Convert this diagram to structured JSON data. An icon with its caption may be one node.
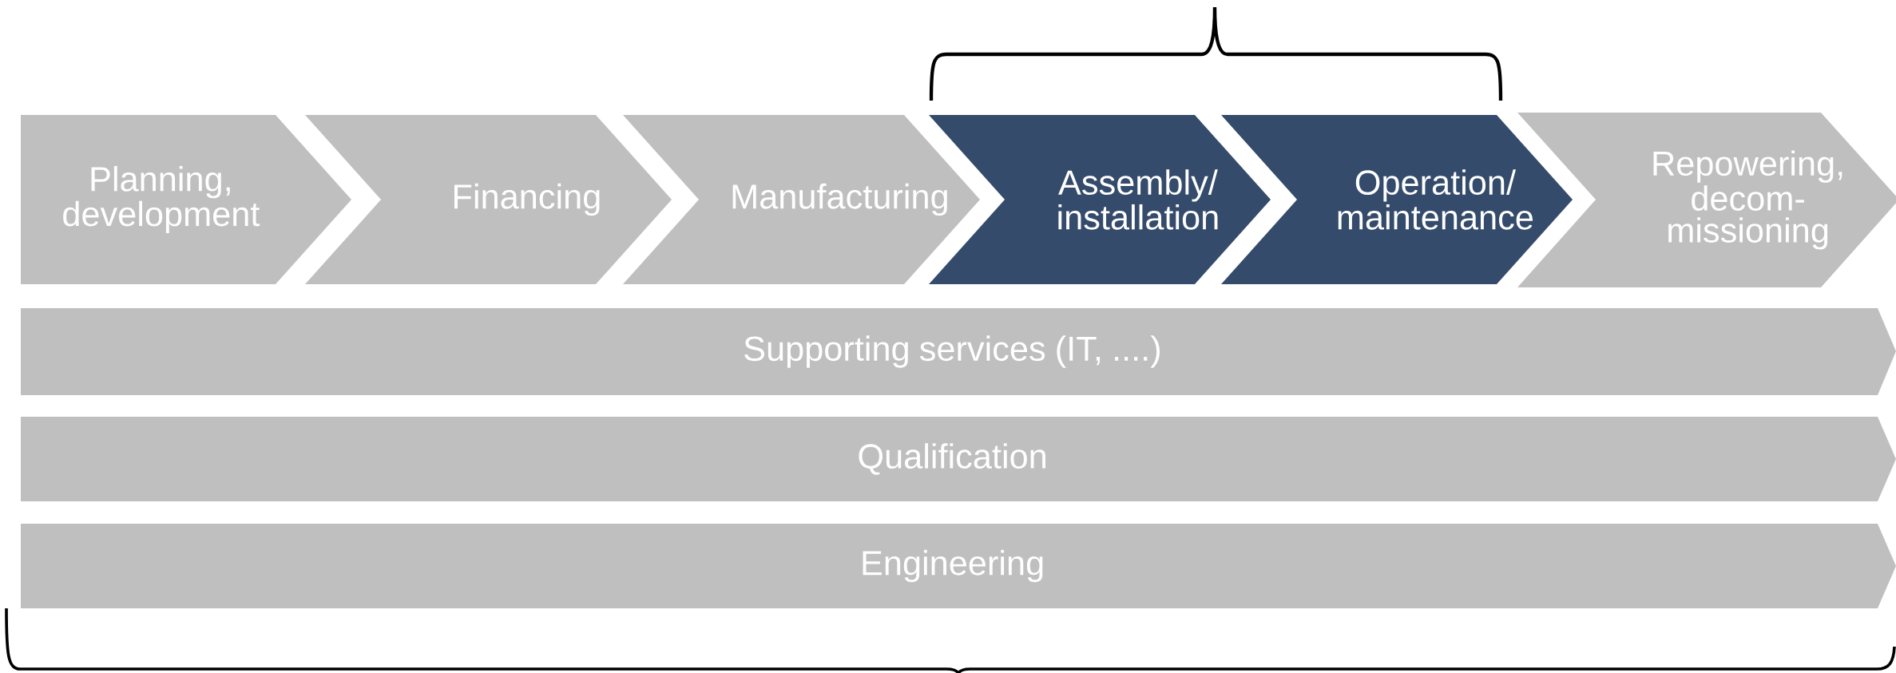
{
  "diagram": {
    "nodes": [
      {
        "text": [
          "Planning, development"
        ]
      },
      {
        "text": [
          "Financing"
        ]
      },
      {
        "text": [
          "Manufacturing"
        ]
      },
      {
        "text": [
          "Assembly/ installation"
        ]
      },
      {
        "text": [
          "Operation/ maintenance"
        ]
      },
      {
        "text": [
          "Repowering, decom- missioning"
        ]
      },
      {
        "text": [
          "Supporting services (IT, ....)"
        ]
      },
      {
        "text": [
          "Qualification"
        ]
      },
      {
        "text": [
          "Engineering"
        ]
      }
    ]
  }
}
